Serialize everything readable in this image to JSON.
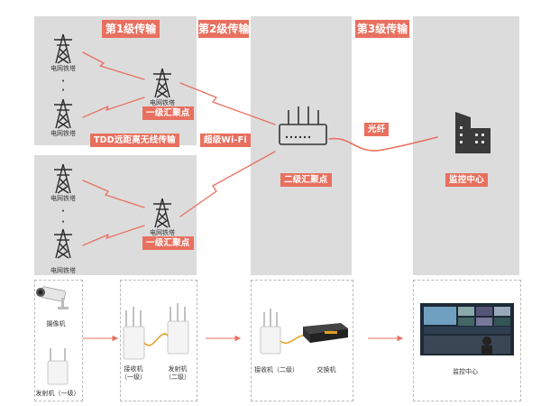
{
  "headers": {
    "level1": "第1级传输",
    "level2": "第2级传输",
    "level3": "第3级传输"
  },
  "tower_label": "电网铁塔",
  "dots": "·",
  "labels": {
    "first_agg": "一级汇聚点",
    "tdd": "TDD远距离无线传输",
    "superwifi": "超级Wi-Fi",
    "second_agg": "二级汇聚点",
    "fiber": "光纤",
    "monitor_center": "监控中心"
  },
  "bottom": {
    "camera": "摄像机",
    "transmitter1": "发射机（一级）",
    "receiver1_line1": "接收机",
    "receiver1_line2": "（一级）",
    "transmitter2_line1": "发射机",
    "transmitter2_line2": "（二级）",
    "receiver2": "接收机（二级）",
    "switch": "交换机",
    "monitor_center": "监控中心"
  },
  "colors": {
    "panel": "#dcdcdc",
    "accent": "#e8705f",
    "icon": "#333333"
  }
}
